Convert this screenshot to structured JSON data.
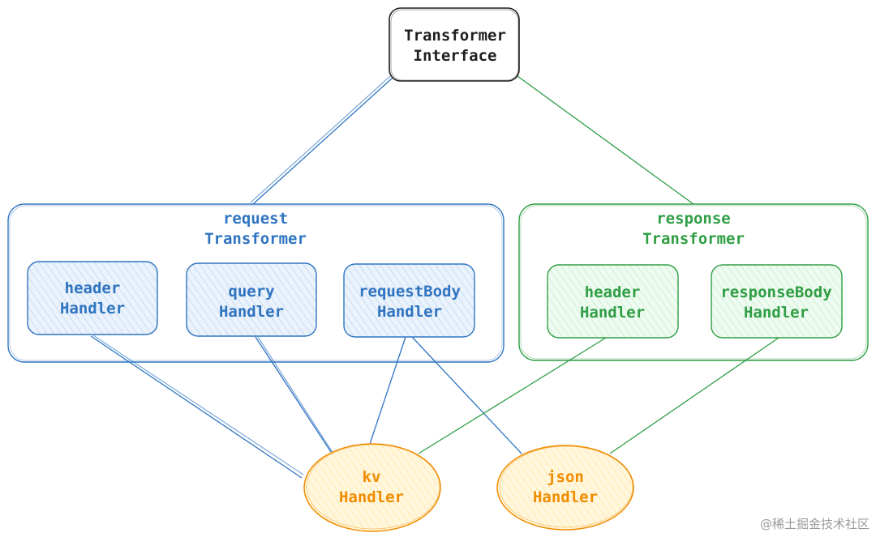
{
  "colors": {
    "request": "#2f74c0",
    "response": "#2f9e44",
    "handler": "#f08c00",
    "interface": "#1e1e1e",
    "request_fill": "#e7f0fb",
    "response_fill": "#ebfbee",
    "handler_fill": "#fff4d6"
  },
  "interface": {
    "line1": "Transformer",
    "line2": "Interface"
  },
  "request_group": {
    "line1": "request",
    "line2": "Transformer",
    "handlers": [
      {
        "line1": "header",
        "line2": "Handler"
      },
      {
        "line1": "query",
        "line2": "Handler"
      },
      {
        "line1": "requestBody",
        "line2": "Handler"
      }
    ]
  },
  "response_group": {
    "line1": "response",
    "line2": "Transformer",
    "handlers": [
      {
        "line1": "header",
        "line2": "Handler"
      },
      {
        "line1": "responseBody",
        "line2": "Handler"
      }
    ]
  },
  "kv": {
    "line1": "kv",
    "line2": "Handler"
  },
  "json": {
    "line1": "json",
    "line2": "Handler"
  },
  "watermark": "@稀土掘金技术社区"
}
